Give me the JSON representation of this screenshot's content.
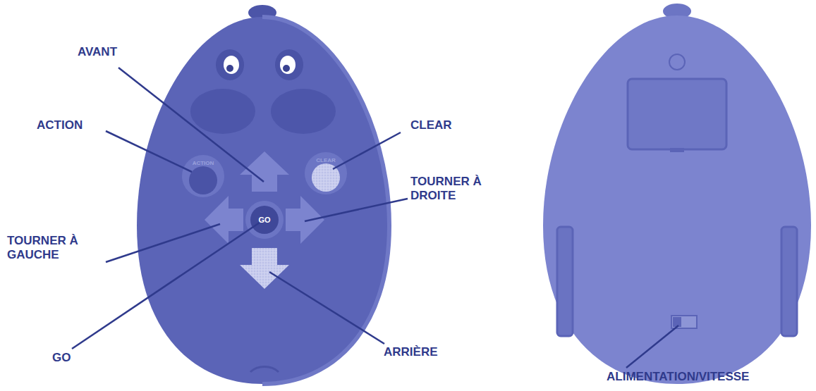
{
  "diagram": {
    "labels": [
      "AVANT",
      "ACTION",
      "CLEAR",
      "TOURNER À GAUCHE",
      "TOURNER À DROITE",
      "GO",
      "ARRIÈRE",
      "ALIMENTATION/VITESSE",
      "ACTION",
      "CLEAR",
      "GO"
    ]
  }
}
